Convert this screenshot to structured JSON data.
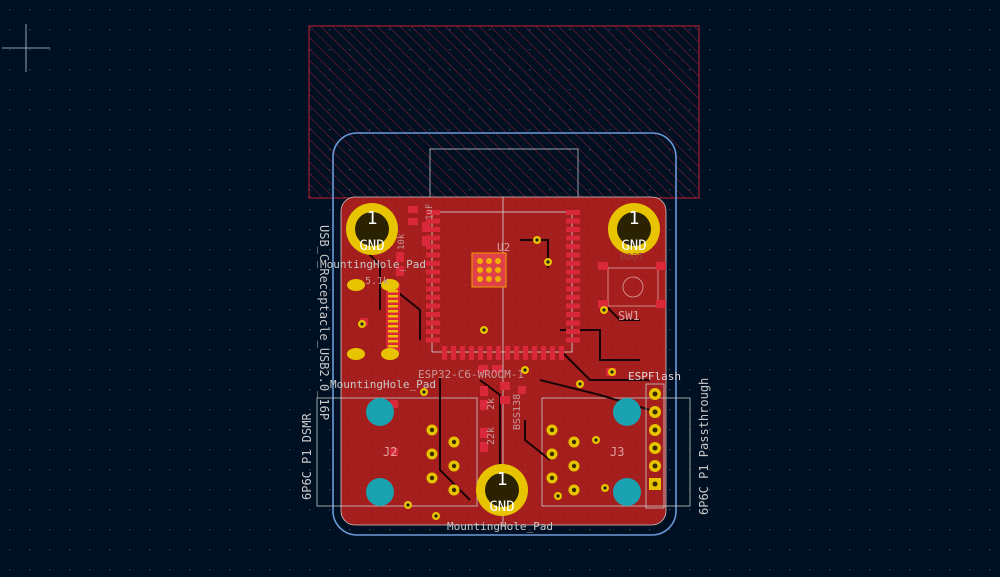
{
  "app": {
    "view": "PCB layout canvas"
  },
  "colors": {
    "background": "#001023",
    "grid": "#3a4a5a",
    "board_copper": "#a41e1e",
    "board_copper_dark": "#7a1414",
    "pad_red": "#d8283a",
    "gold": "#e8c400",
    "gold_dark": "#b89a00",
    "teal": "#1aa2b0",
    "edge_cut": "#6a9ad8",
    "keepout": "#c02030",
    "silk": "#d8d8d8",
    "fab": "#c8a0a0"
  },
  "labels": {
    "mh_number": "1",
    "mh_gnd": "GND",
    "mh_pad_top": "MountingHole_Pad",
    "mh_pad_mid": "MountingHole_Pad",
    "mh_pad_bottom": "MountingHole_Pad",
    "usb_ref": "USB_C_Receptacle_USB2.0_16P",
    "u2_ref": "U2",
    "esp_module": "ESP32-C6-WROOM-1",
    "sw1_ref": "SW1",
    "boot_label": "BOOT",
    "esp_flash": "ESPFlash",
    "j2_ref": "J2",
    "j3_ref": "J3",
    "dsmr_label": "6P6C P1 DSMR",
    "passthrough_label": "6P6C P1 Passthrough",
    "bss_label": "BSS138",
    "r_2k": "2k",
    "r_22k": "22k",
    "r_51k": "5.1k",
    "r_10k": "10k",
    "r_1uf": "1uF"
  }
}
